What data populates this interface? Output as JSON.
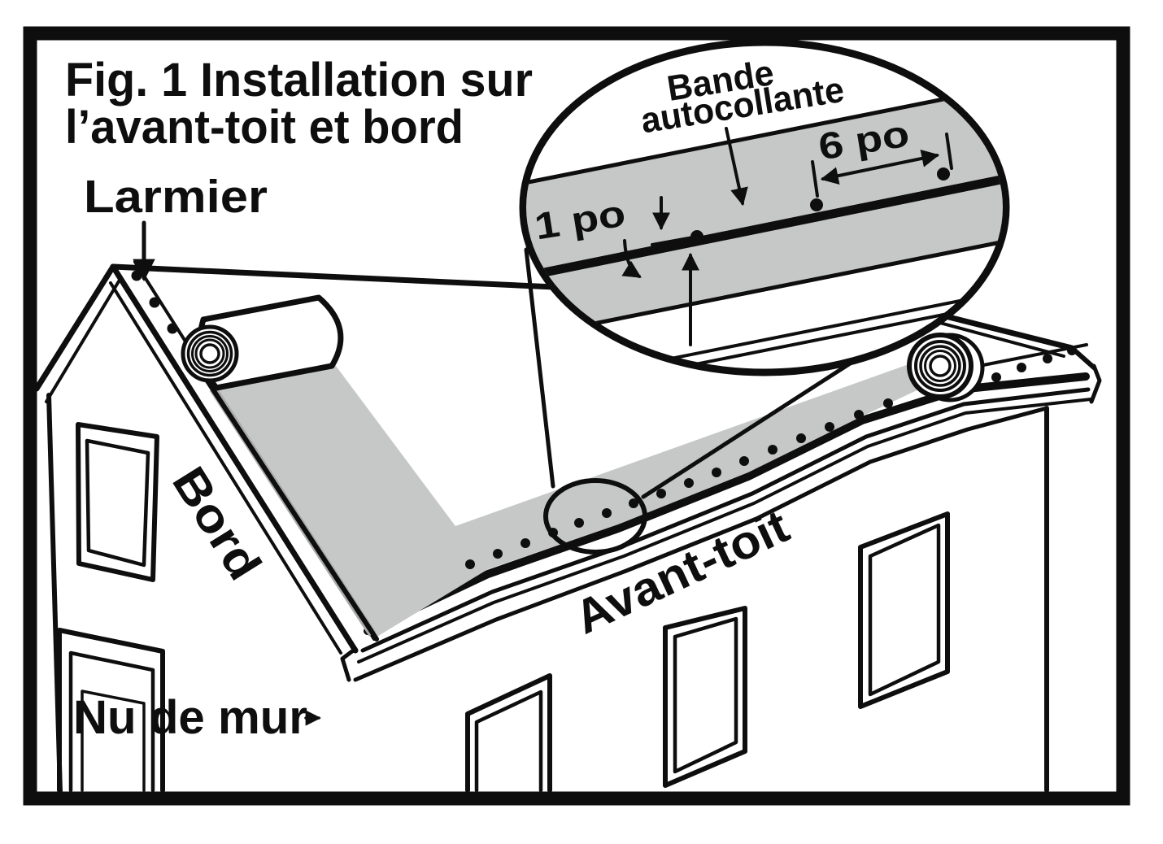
{
  "figure": {
    "number_and_title_line1": "Fig. 1  Installation sur",
    "number_and_title_line2": "l’avant-toit et bord",
    "labels": {
      "drip_edge": "Larmier",
      "rake_edge": "Bord",
      "eave": "Avant-toit",
      "wall_face": "Nu de mur"
    },
    "inset": {
      "adhesive_strip_line1": "Bande",
      "adhesive_strip_line2": "autocollante",
      "nail_spacing": "6 po",
      "edge_distance": "1 po"
    },
    "colors": {
      "ink": "#0e0e0e",
      "membrane_gray": "#c6c8c7",
      "background": "#ffffff"
    }
  }
}
